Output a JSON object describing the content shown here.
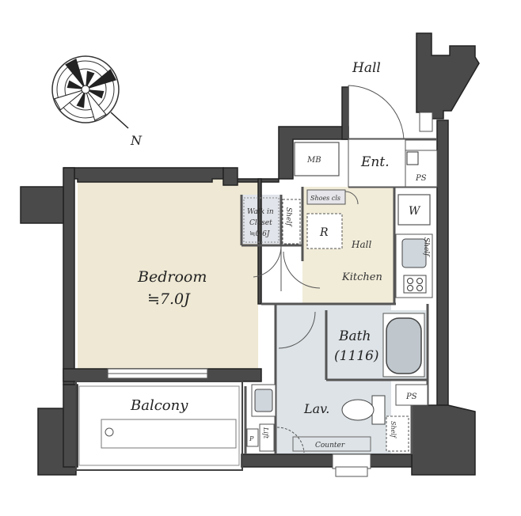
{
  "colors": {
    "wall": "#4a4a4a",
    "bedroom_floor": "#eee8d4",
    "kitchen_floor": "#f1ecd8",
    "wet_floor": "#dde3e7",
    "closet_floor": "#e1e4ea",
    "balcony_floor": "#ffffff"
  },
  "icons": {
    "compass": "compass-rose-icon"
  },
  "labels": {
    "compass_n": "N",
    "hall_outer": "Hall",
    "mb": "MB",
    "ent": "Ent.",
    "ps_top": "PS",
    "shoes": "Shoes cls",
    "walkin_1": "Walk in",
    "walkin_2": "Closet",
    "walkin_3": "≒0.6J",
    "shelf_wic": "Shelf",
    "r": "R",
    "w": "W",
    "hall_inner": "Hall",
    "kitchen": "Kitchen",
    "shelf_kitchen": "Shelf",
    "bedroom": "Bedroom",
    "bedroom_size": "≒7.0J",
    "bath": "Bath",
    "bath_size": "(1116)",
    "ps_bottom": "PS",
    "lav": "Lav.",
    "balcony": "Balcony",
    "lift": "Lift",
    "p": "P",
    "counter": "Counter",
    "shelf_lav": "Shelf"
  }
}
